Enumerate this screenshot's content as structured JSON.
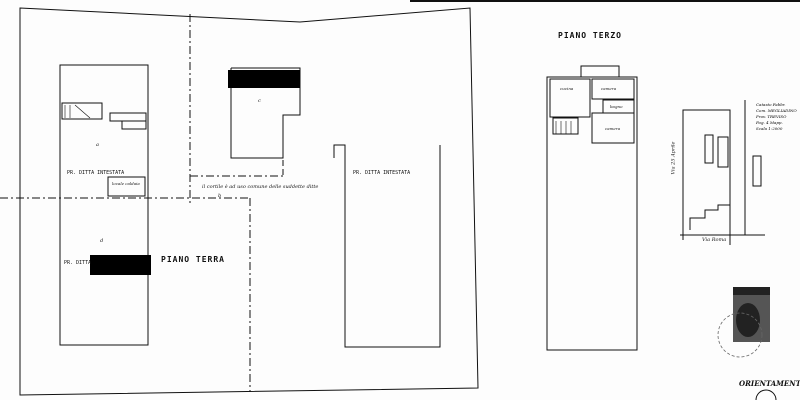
{
  "titles": {
    "ground_floor": "PIANO TERRA",
    "third_floor": "PIANO TERZO",
    "orientation": "ORIENTAMENTO"
  },
  "labels": {
    "owner_left": "PR. DITTA INTESTATA",
    "owner_right": "PR. DITTA INTESTATA",
    "owner_bottom": "PR. DITTA",
    "courtyard_note": "il cortile è ad uso comune delle suddette ditte",
    "local": "locale caldaia",
    "unit_a": "a",
    "unit_b": "b",
    "unit_c": "c",
    "unit_d": "d"
  },
  "third_floor_rooms": [
    "cucina",
    "camera",
    "bagno",
    "camera"
  ],
  "map": {
    "street_bottom": "Via Roma",
    "street_left": "Via 25 Aprile",
    "notes": [
      "Catasto Fabbr.",
      "Com. MEGLIADINO",
      "Prov. TREVISO",
      "Fog. 4 Mapp.",
      "Scala 1:2000"
    ]
  },
  "stamp": "stamp"
}
